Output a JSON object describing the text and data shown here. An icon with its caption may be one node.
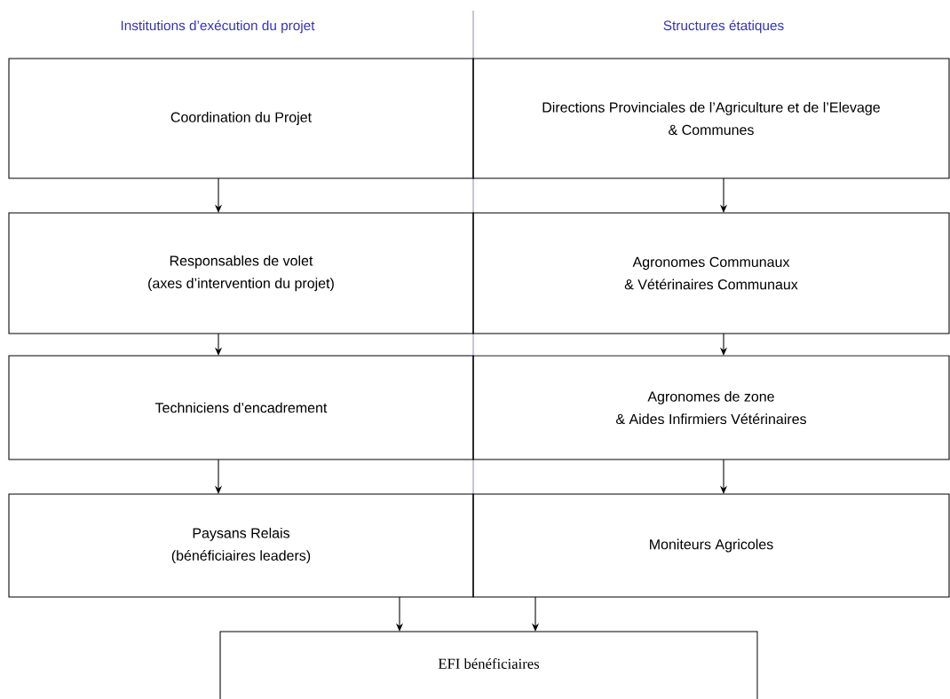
{
  "diagram": {
    "nodes": [
      {
        "text": [
          "Coordination du Projet"
        ]
      },
      {
        "text": [
          "Directions Provinciales de l’Agriculture et de l’Elevage",
          "& Communes"
        ]
      },
      {
        "text": [
          "Responsables de volet",
          "(axes d’intervention du projet)"
        ]
      },
      {
        "text": [
          "Agronomes Communaux",
          "& Vétérinaires Communaux"
        ]
      },
      {
        "text": [
          "Techniciens d’encadrement"
        ]
      },
      {
        "text": [
          "Agronomes de zone",
          "& Aides Infirmiers Vétérinaires"
        ]
      },
      {
        "text": [
          "Paysans Relais",
          "(bénéficiaires leaders)"
        ]
      },
      {
        "text": [
          "Moniteurs Agricoles"
        ]
      },
      {
        "text": [
          "EFI bénéficiaires"
        ]
      }
    ],
    "edges": [
      {
        "from": 0,
        "to": 2,
        "arrow": "to"
      },
      {
        "from": 1,
        "to": 3,
        "arrow": "to"
      },
      {
        "from": 2,
        "to": 4,
        "arrow": "to"
      },
      {
        "from": 3,
        "to": 5,
        "arrow": "to"
      },
      {
        "from": 4,
        "to": 6,
        "arrow": "to"
      },
      {
        "from": 5,
        "to": 7,
        "arrow": "to"
      },
      {
        "from": 6,
        "to": 8,
        "arrow": "to"
      },
      {
        "from": 7,
        "to": 8,
        "arrow": "to"
      }
    ],
    "labels": [
      "Institutions d’exécution du projet",
      "Structures étatiques"
    ]
  }
}
